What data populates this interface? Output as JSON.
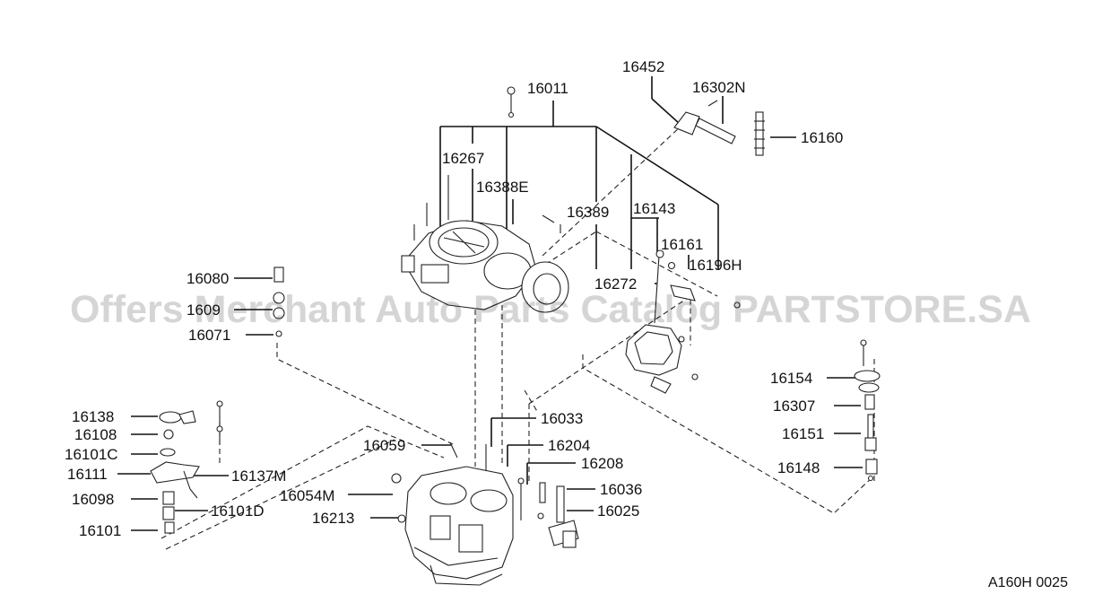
{
  "diagram": {
    "code": "A160H 0025",
    "watermark": "Offers Merchant Auto Parts Catalog PARTSTORE.SA",
    "labels": {
      "p16011": "16011",
      "p16452": "16452",
      "p16302N": "16302N",
      "p16160": "16160",
      "p16267": "16267",
      "p16388E": "16388E",
      "p16389": "16389",
      "p16143": "16143",
      "p16161": "16161",
      "p16196H": "16196H",
      "p16272": "16272",
      "p16080": "16080",
      "p1609x": "1609",
      "p16071": "16071",
      "p16154": "16154",
      "p16307": "16307",
      "p16151": "16151",
      "p16148": "16148",
      "p16138": "16138",
      "p16108": "16108",
      "p16101C": "16101C",
      "p16111": "16111",
      "p16137M": "16137M",
      "p16098": "16098",
      "p16101D": "16101D",
      "p16101": "16101",
      "p16059": "16059",
      "p16033": "16033",
      "p16204": "16204",
      "p16208": "16208",
      "p16054M": "16054M",
      "p16036": "16036",
      "p16025": "16025",
      "p16213": "16213"
    }
  }
}
